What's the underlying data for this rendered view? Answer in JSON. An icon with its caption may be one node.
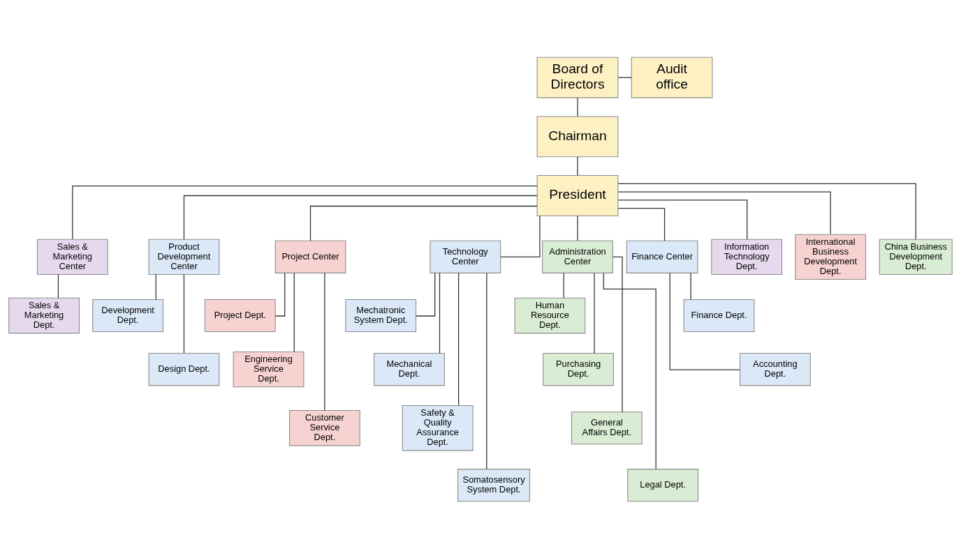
{
  "diagram": {
    "nodes": [
      {
        "text": [
          "Board of Directors"
        ]
      },
      {
        "text": [
          "Audit office"
        ]
      },
      {
        "text": [
          "Chairman"
        ]
      },
      {
        "text": [
          "President"
        ]
      },
      {
        "text": [
          "Sales & Marketing Center"
        ]
      },
      {
        "text": [
          "Product Development Center"
        ]
      },
      {
        "text": [
          "Project Center"
        ]
      },
      {
        "text": [
          "Technology Center"
        ]
      },
      {
        "text": [
          "Administration Center"
        ]
      },
      {
        "text": [
          "Finance Center"
        ]
      },
      {
        "text": [
          "Information Technology Dept."
        ]
      },
      {
        "text": [
          "International Business Development Dept."
        ]
      },
      {
        "text": [
          "China Business Development Dept."
        ]
      },
      {
        "text": [
          "Sales & Marketing Dept."
        ]
      },
      {
        "text": [
          "Development Dept."
        ]
      },
      {
        "text": [
          "Design Dept."
        ]
      },
      {
        "text": [
          "Project Dept."
        ]
      },
      {
        "text": [
          "Engineering Service Dept."
        ]
      },
      {
        "text": [
          "Customer Service Dept."
        ]
      },
      {
        "text": [
          "Mechatronic System Dept."
        ]
      },
      {
        "text": [
          "Mechanical Dept."
        ]
      },
      {
        "text": [
          "Safety & Quality Assurance Dept."
        ]
      },
      {
        "text": [
          "Somatosensory System Dept."
        ]
      },
      {
        "text": [
          "Human Resource Dept."
        ]
      },
      {
        "text": [
          "Purchasing Dept."
        ]
      },
      {
        "text": [
          "General Affairs Dept."
        ]
      },
      {
        "text": [
          "Legal Dept."
        ]
      },
      {
        "text": [
          "Finance Dept."
        ]
      },
      {
        "text": [
          "Accounting Dept."
        ]
      }
    ],
    "edges": [
      {
        "from": 0,
        "to": 2,
        "arrow": "none"
      },
      {
        "from": 0,
        "to": 1,
        "arrow": "none"
      },
      {
        "from": 2,
        "to": 3,
        "arrow": "none"
      },
      {
        "from": 3,
        "to": 4,
        "arrow": "none"
      },
      {
        "from": 3,
        "to": 5,
        "arrow": "none"
      },
      {
        "from": 3,
        "to": 6,
        "arrow": "none"
      },
      {
        "from": 3,
        "to": 7,
        "arrow": "none"
      },
      {
        "from": 3,
        "to": 8,
        "arrow": "none"
      },
      {
        "from": 3,
        "to": 9,
        "arrow": "none"
      },
      {
        "from": 3,
        "to": 10,
        "arrow": "none"
      },
      {
        "from": 3,
        "to": 11,
        "arrow": "none"
      },
      {
        "from": 3,
        "to": 12,
        "arrow": "none"
      },
      {
        "from": 4,
        "to": 13,
        "arrow": "none"
      },
      {
        "from": 5,
        "to": 14,
        "arrow": "none"
      },
      {
        "from": 5,
        "to": 15,
        "arrow": "none"
      },
      {
        "from": 6,
        "to": 16,
        "arrow": "none"
      },
      {
        "from": 6,
        "to": 17,
        "arrow": "none"
      },
      {
        "from": 6,
        "to": 18,
        "arrow": "none"
      },
      {
        "from": 7,
        "to": 19,
        "arrow": "none"
      },
      {
        "from": 7,
        "to": 20,
        "arrow": "none"
      },
      {
        "from": 7,
        "to": 21,
        "arrow": "none"
      },
      {
        "from": 7,
        "to": 22,
        "arrow": "none"
      },
      {
        "from": 8,
        "to": 23,
        "arrow": "none"
      },
      {
        "from": 8,
        "to": 24,
        "arrow": "none"
      },
      {
        "from": 8,
        "to": 25,
        "arrow": "none"
      },
      {
        "from": 8,
        "to": 26,
        "arrow": "none"
      },
      {
        "from": 9,
        "to": 27,
        "arrow": "none"
      },
      {
        "from": 9,
        "to": 28,
        "arrow": "none"
      }
    ]
  }
}
